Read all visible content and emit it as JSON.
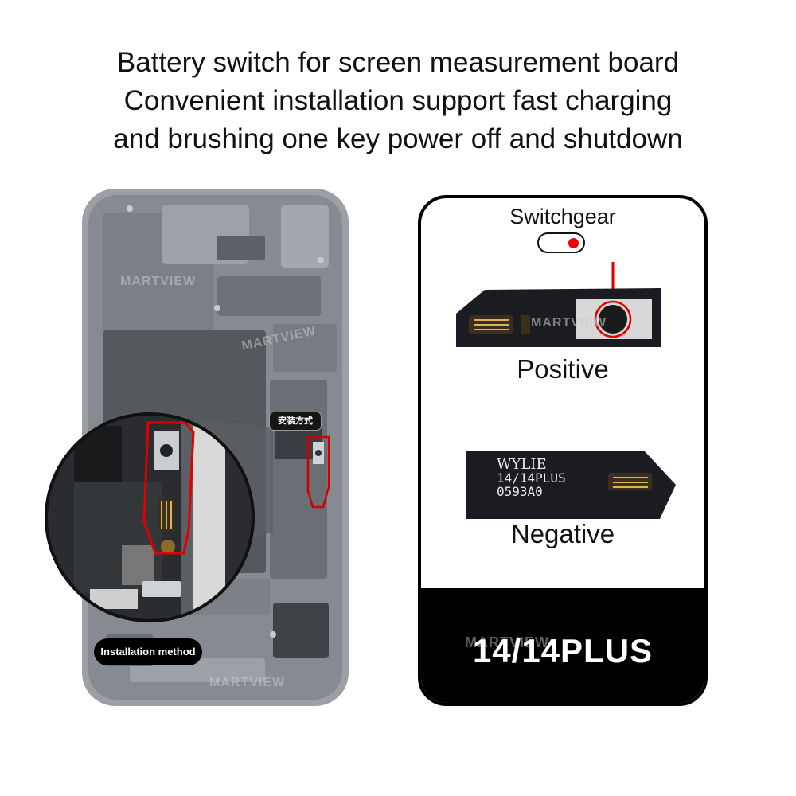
{
  "headline": {
    "line1": "Battery switch for screen measurement board",
    "line2": "Convenient installation support fast charging",
    "line3": "and brushing one key power off and shutdown"
  },
  "phone": {
    "badge_cn": "安装方式",
    "install_label": "Installation method"
  },
  "watermark": "MARTVIEW",
  "card": {
    "switch_label": "Switchgear",
    "positive_label": "Positive",
    "negative_label": "Negative",
    "flex_brand": "WYLIE",
    "flex_model": "14/14PLUS",
    "flex_code": "0593A0",
    "model_label": "14/14PLUS"
  },
  "colors": {
    "accent_red": "#e00000",
    "card_border": "#000000",
    "phone_body": "#8e9399"
  }
}
